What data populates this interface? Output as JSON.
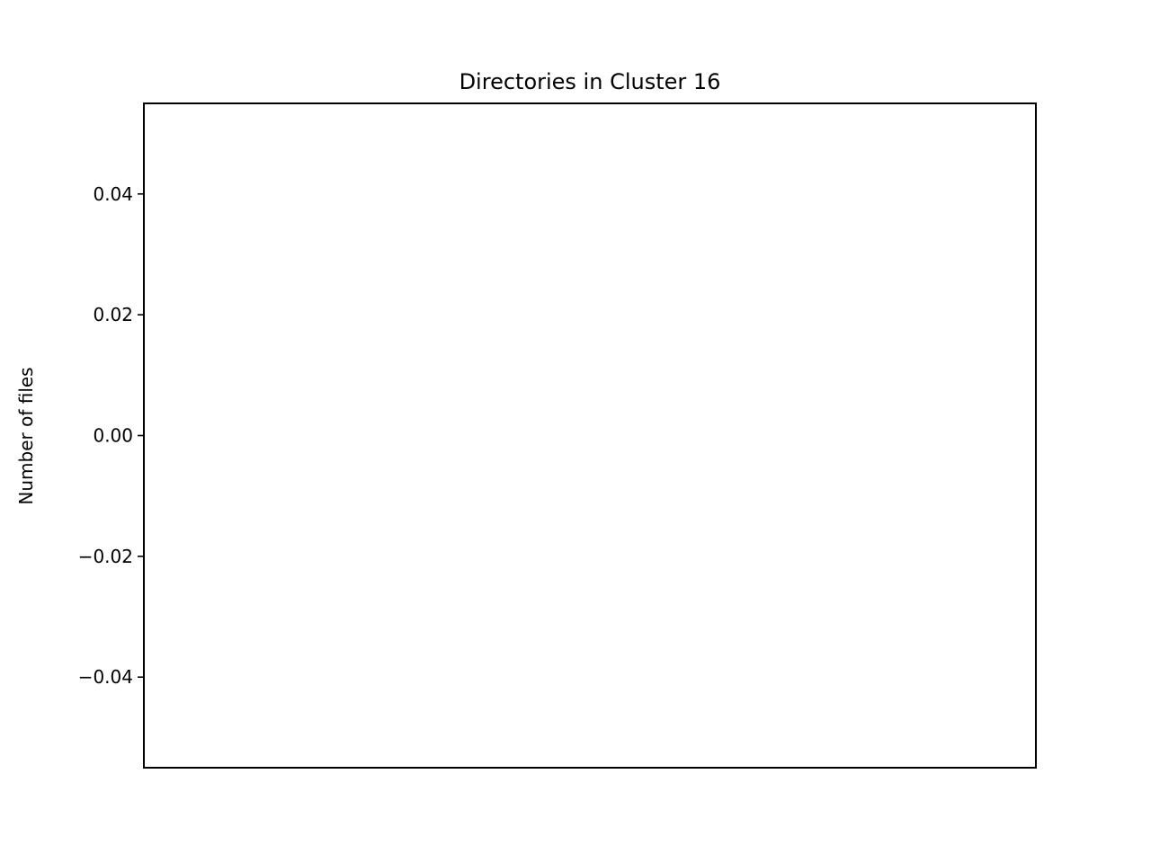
{
  "chart_data": {
    "type": "bar",
    "title": "Directories in Cluster 16",
    "xlabel": "",
    "ylabel": "Number of files",
    "categories": [],
    "values": [],
    "ylim": [
      -0.055,
      0.055
    ],
    "yticks": [
      -0.04,
      -0.02,
      0.0,
      0.02,
      0.04
    ],
    "ytick_labels": [
      "−0.04",
      "−0.02",
      "0.00",
      "0.02",
      "0.04"
    ],
    "xticks": [],
    "grid": false,
    "legend": "none",
    "colors": {
      "axes": "#000000",
      "background": "#ffffff",
      "bar": "#1f77b4"
    }
  }
}
